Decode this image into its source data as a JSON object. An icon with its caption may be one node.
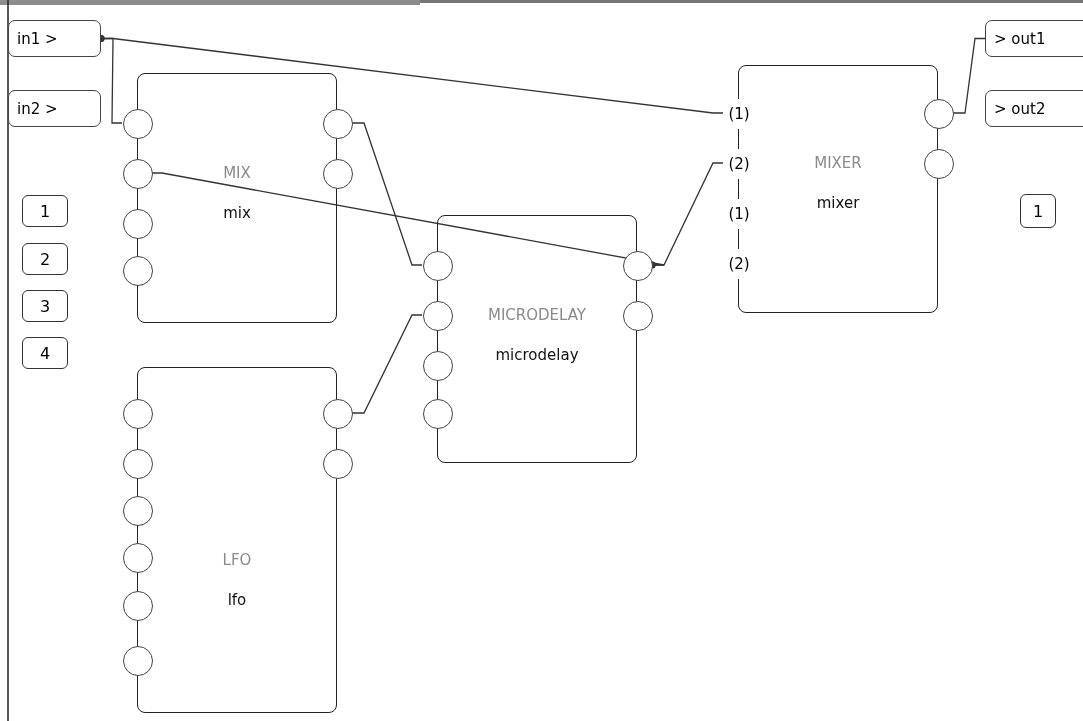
{
  "diagram": {
    "nodes": [
      {
        "text": [
          "in1 >"
        ]
      },
      {
        "text": [
          "in2 >"
        ]
      },
      {
        "text": [
          "> out1"
        ]
      },
      {
        "text": [
          "> out2"
        ]
      },
      {
        "text": [
          "1"
        ]
      },
      {
        "text": [
          "2"
        ]
      },
      {
        "text": [
          "3"
        ]
      },
      {
        "text": [
          "4"
        ]
      },
      {
        "text": [
          "1"
        ]
      },
      {
        "text": [
          "MIX",
          "mix"
        ]
      },
      {
        "text": [],
        "shape": "circle",
        "in": 9
      },
      {
        "text": [],
        "shape": "circle",
        "in": 9
      },
      {
        "text": [],
        "shape": "circle",
        "in": 9
      },
      {
        "text": [],
        "shape": "circle",
        "in": 9
      },
      {
        "text": [],
        "shape": "circle",
        "in": 9
      },
      {
        "text": [],
        "shape": "circle",
        "in": 9
      },
      {
        "text": [
          "MICRODELAY",
          "microdelay"
        ]
      },
      {
        "text": [],
        "shape": "circle",
        "in": 16
      },
      {
        "text": [],
        "shape": "circle",
        "in": 16
      },
      {
        "text": [],
        "shape": "circle",
        "in": 16
      },
      {
        "text": [],
        "shape": "circle",
        "in": 16
      },
      {
        "text": [],
        "shape": "circle",
        "in": 16
      },
      {
        "text": [],
        "shape": "circle",
        "in": 16
      },
      {
        "text": [
          "LFO",
          "lfo"
        ]
      },
      {
        "text": [],
        "shape": "circle",
        "in": 23
      },
      {
        "text": [],
        "shape": "circle",
        "in": 23
      },
      {
        "text": [],
        "shape": "circle",
        "in": 23
      },
      {
        "text": [],
        "shape": "circle",
        "in": 23
      },
      {
        "text": [],
        "shape": "circle",
        "in": 23
      },
      {
        "text": [],
        "shape": "circle",
        "in": 23
      },
      {
        "text": [],
        "shape": "circle",
        "in": 23
      },
      {
        "text": [],
        "shape": "circle",
        "in": 23
      },
      {
        "text": [
          "MIXER",
          "mixer"
        ]
      },
      {
        "text": [
          "(1)"
        ],
        "in": 32
      },
      {
        "text": [
          "(2)"
        ],
        "in": 32
      },
      {
        "text": [
          "(1)"
        ],
        "in": 32
      },
      {
        "text": [
          "(2)"
        ],
        "in": 32
      },
      {
        "text": [],
        "shape": "circle",
        "in": 32
      },
      {
        "text": [],
        "shape": "circle",
        "in": 32
      }
    ],
    "edges": [
      {
        "from": 0,
        "to": 10,
        "arrow": "other"
      },
      {
        "from": 0,
        "to": 33,
        "arrow": "other"
      },
      {
        "from": 14,
        "to": 17,
        "arrow": "none"
      },
      {
        "from": 21,
        "to": 11,
        "arrow": "other"
      },
      {
        "from": 21,
        "to": 34,
        "arrow": "other"
      },
      {
        "from": 30,
        "to": 18,
        "arrow": "none"
      },
      {
        "from": 37,
        "to": 2,
        "arrow": "none"
      }
    ]
  }
}
